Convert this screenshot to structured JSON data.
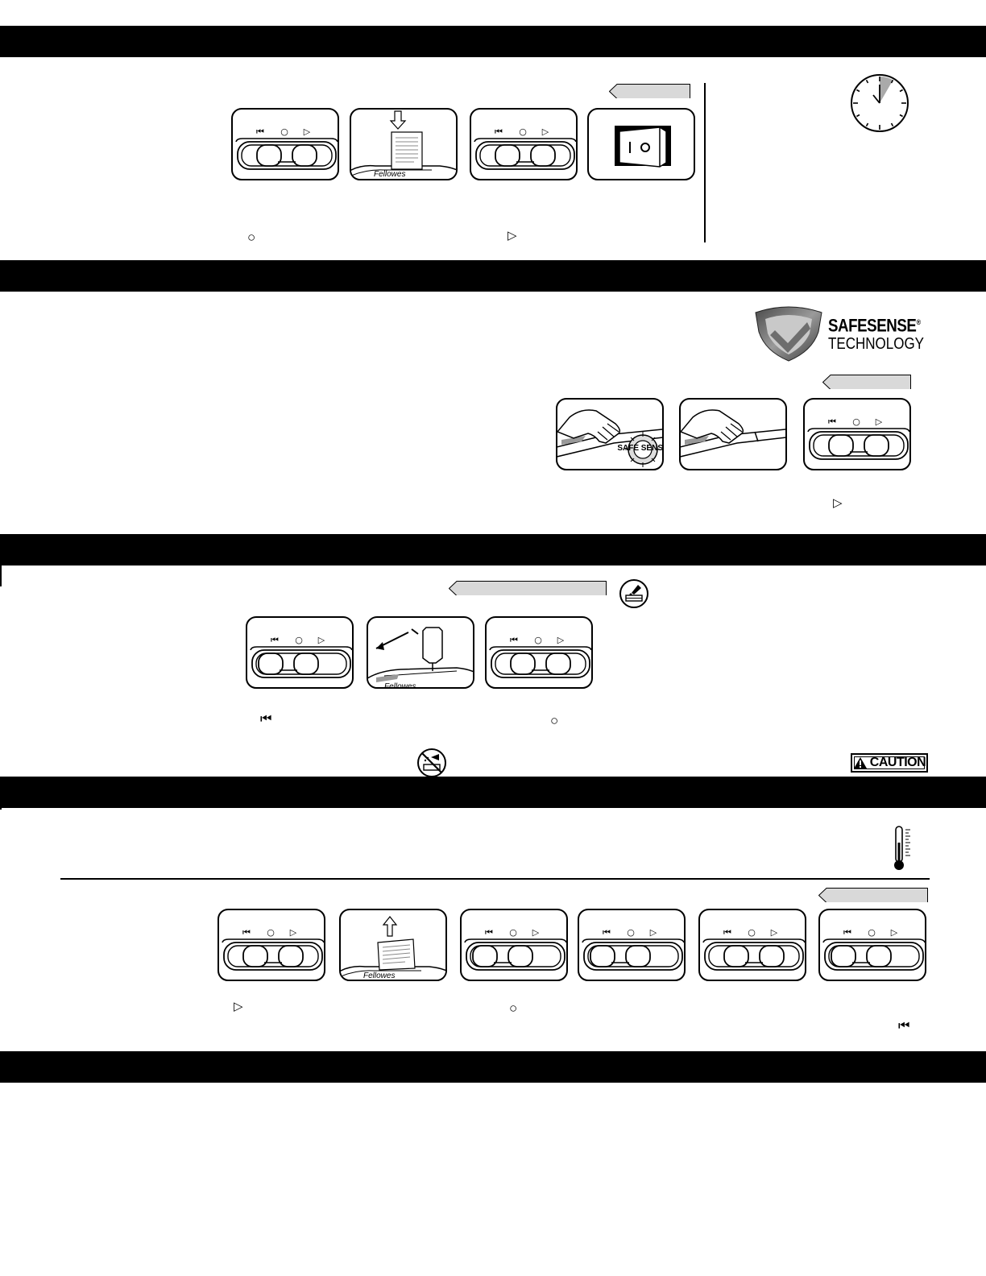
{
  "page": {
    "background": "#ffffff",
    "band_color": "#000000",
    "tag_color": "#d9d9d9"
  },
  "switch_symbols": {
    "reverse": "⏮",
    "off": "○",
    "auto": "▷"
  },
  "panel_labels": {
    "shredder_brand": "Fellowes"
  },
  "icons": {
    "switch_panel": "three-position-slide-switch-icon",
    "paper_insert": "paper-feed-icon",
    "paper_remove": "paper-back-out-icon",
    "power_switch": "rocker-power-switch-icon",
    "clock": "clock-icon",
    "hand": "hand-on-slot-icon",
    "oil": "oil-bottle-icon",
    "thermometer": "thermometer-icon",
    "no_aerosol": "no-aerosol-icon",
    "lubricate": "lubricate-icon"
  },
  "safesense": {
    "line1": "SAFESENSE",
    "reg": "®",
    "line2": "TECHNOLOGY",
    "badge_text": "SAFE SENSE"
  },
  "caution": {
    "label": "CAUTION"
  }
}
